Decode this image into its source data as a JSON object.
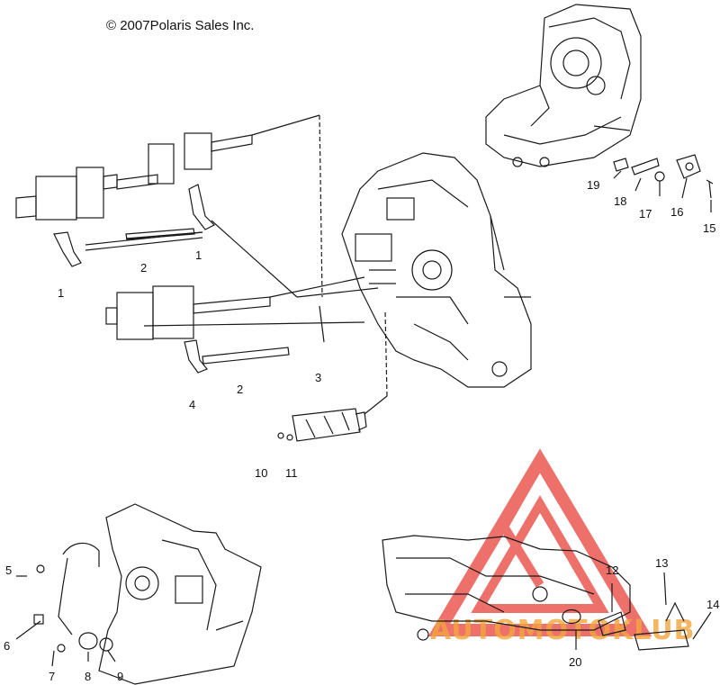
{
  "copyright": "© 2007Polaris Sales Inc.",
  "callouts": [
    "1",
    "2",
    "1",
    "1",
    "2",
    "4",
    "3",
    "10",
    "11",
    "19",
    "18",
    "17",
    "16",
    "15",
    "5",
    "6",
    "7",
    "8",
    "9",
    "12",
    "13",
    "14",
    "20"
  ],
  "watermark": {
    "text": "AUTOMOTOKLUB",
    "color_red": "#e8413a",
    "color_orange": "#f2a640"
  }
}
